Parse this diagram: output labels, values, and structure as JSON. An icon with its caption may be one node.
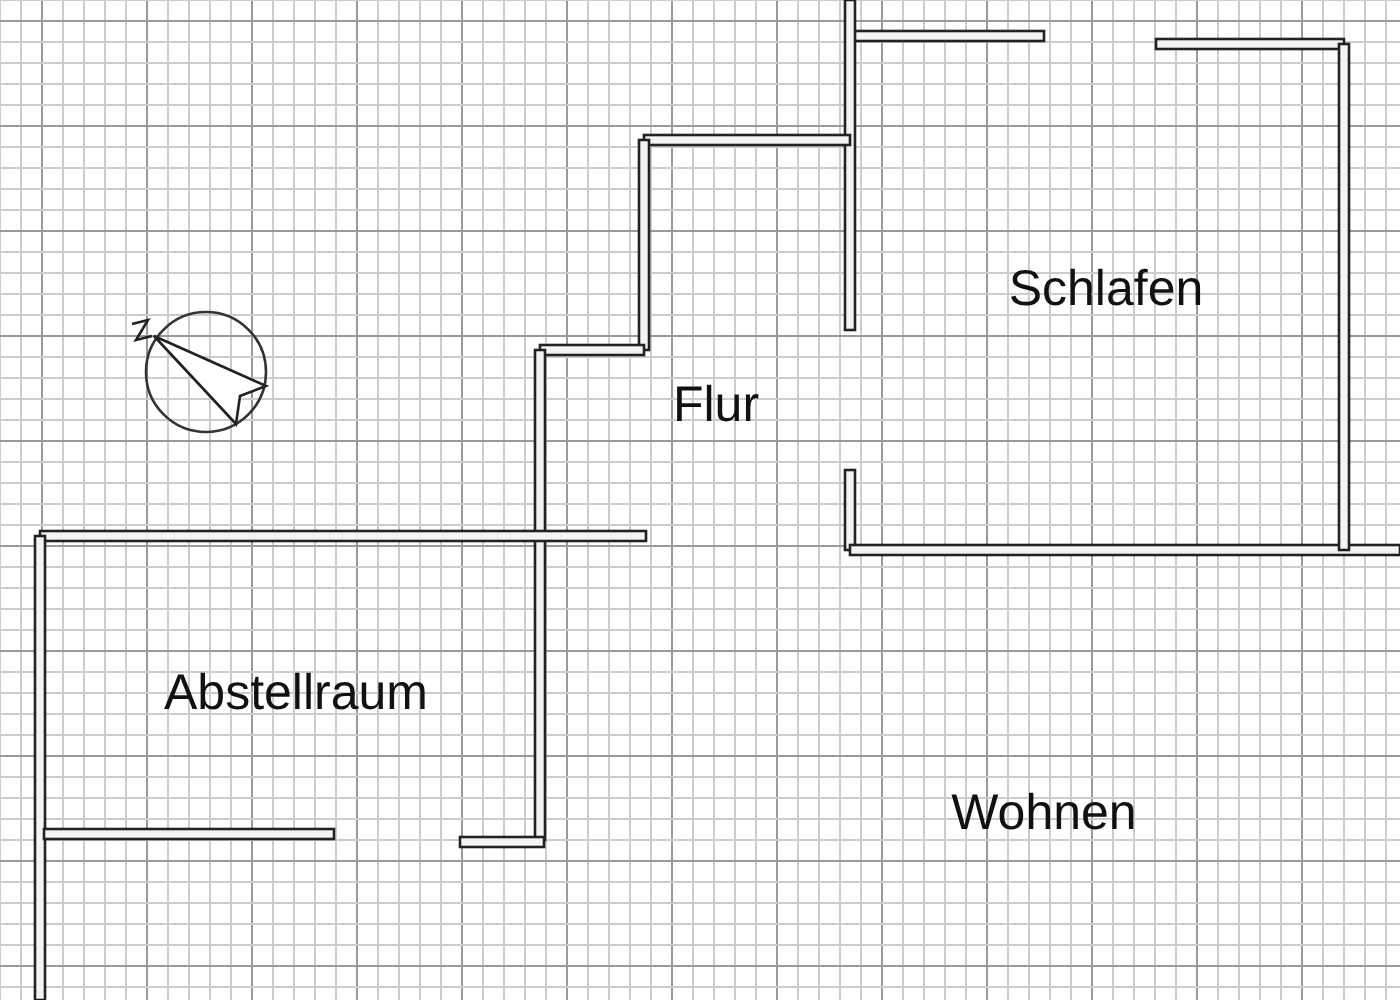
{
  "diagram": {
    "labels": [
      "Schlafen",
      "Flur",
      "Abstellraum",
      "Wohnen"
    ]
  }
}
